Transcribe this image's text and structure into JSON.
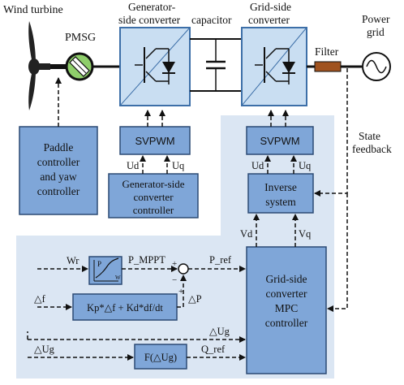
{
  "labels": {
    "wind_turbine": "Wind turbine",
    "pmsg": "PMSG",
    "gen_conv_1": "Generator-",
    "gen_conv_2": "side converter",
    "capacitor": "capacitor",
    "grid_conv_1": "Grid-side",
    "grid_conv_2": "converter",
    "filter": "Filter",
    "power_grid_1": "Power",
    "power_grid_2": "grid",
    "state_1": "State",
    "state_2": "feedback"
  },
  "blocks": {
    "paddle_1": "Paddle",
    "paddle_2": "controller",
    "paddle_3": "and yaw",
    "paddle_4": "controller",
    "svpwm_gen": "SVPWM",
    "gen_ctrl_1": "Generator-side",
    "gen_ctrl_2": "converter",
    "gen_ctrl_3": "controller",
    "svpwm_grid": "SVPWM",
    "inverse_1": "Inverse",
    "inverse_2": "system",
    "mpc_1": "Grid-side",
    "mpc_2": "converter",
    "mpc_3": "MPC",
    "mpc_4": "controller",
    "pd_expr": "Kp*△f + Kd*df/dt",
    "f_ug": "F(△Ug)",
    "mppt_p": "P",
    "mppt_w": "W"
  },
  "signals": {
    "ud_gen": "Ud",
    "uq_gen": "Uq",
    "ud_grid": "Ud",
    "uq_grid": "Uq",
    "vd": "Vd",
    "vq": "Vq",
    "wr": "Wr",
    "p_mppt": "P_MPPT",
    "p_ref": "P_ref",
    "delta_f": "△f",
    "delta_p": "△P",
    "delta_ug_1": "△Ug",
    "delta_ug_2": "△Ug",
    "q_ref": "Q_ref",
    "plus_1": "+",
    "minus_1": "−",
    "plus_2": "+"
  },
  "colors": {
    "block_fill": "#7fa6d8",
    "block_stroke": "#2c4a74",
    "converter_fill": "#c9def2",
    "converter_stroke": "#3d6fa8",
    "panel_fill": "#dbe6f3",
    "filter_fill": "#a0521e",
    "pmsg_fill": "#8fce6b",
    "line": "#111111"
  }
}
